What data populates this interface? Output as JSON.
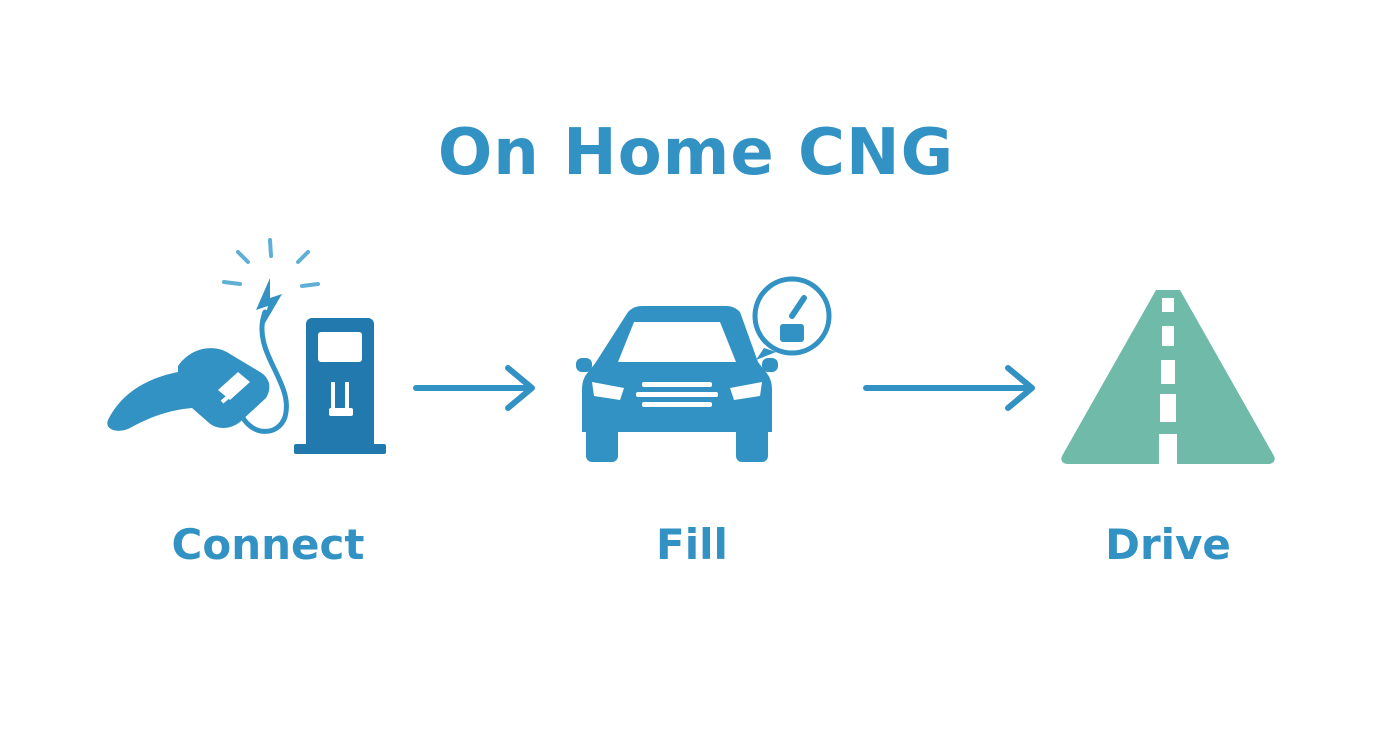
{
  "title": "On Home CNG",
  "steps": [
    {
      "label": "Connect",
      "icon": "fuel-nozzle-pump-icon"
    },
    {
      "label": "Fill",
      "icon": "car-with-gauge-icon"
    },
    {
      "label": "Drive",
      "icon": "road-icon"
    }
  ],
  "colors": {
    "blue": "#3292C4",
    "dark_blue": "#2179AE",
    "light_blue": "#5FAFD6",
    "teal": "#70BAAA"
  }
}
